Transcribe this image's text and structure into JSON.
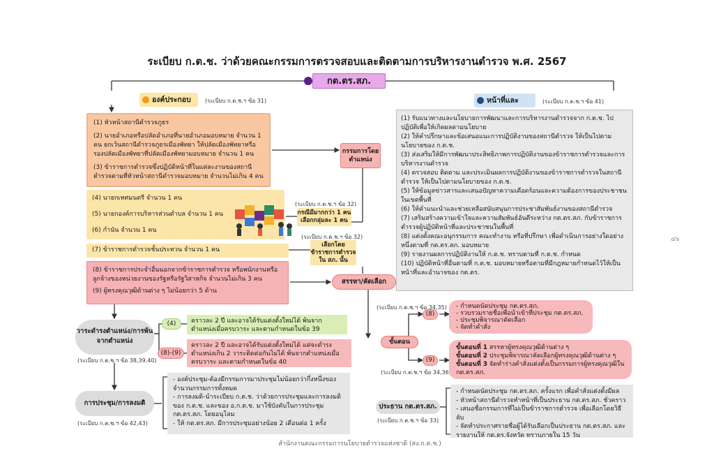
{
  "title": "ระเบียบ ก.ต.ช. ว่าด้วยคณะกรรมการตรวจสอบและติดตามการบริหารงานตำรวจ พ.ศ. 2567",
  "central": "กต.ตร.สภ.",
  "composition": {
    "header": "องค์ประกอบ",
    "ref": "(ระเบียบ ก.ต.ช.ฯ ข้อ 31)",
    "group1": [
      "(1) หัวหน้าสถานีตำรวจภูธร",
      "(2) นายอำเภอหรือปลัดอำเภอที่นายอำเภอมอบหมาย จำนวน 1 คน ยกเว้นสถานีตำรวจภูธรเมืองพัทยา ให้ปลัดเมืองพัทยาหรือรองปลัดเมืองพัทยาที่ปลัดเมืองพัทยามอบหมาย จำนวน 1 คน",
      "(3) ข้าราชการตำรวจซึ่งปฏิบัติหน้าที่ในแต่ละงานของสถานีตำรวจตามที่หัวหน้าสถานีตำรวจมอบหมาย จำนวนไม่เกิน 4 คน"
    ],
    "group2": [
      "(4) นายกเทศมนตรี จำนวน 1 คน",
      "(5) นายกองค์การบริหารส่วนตำบล จำนวน 1 คน",
      "(6) กำนัน จำนวน 1 คน"
    ],
    "group3": "(7) ข้าราชการตำรวจชั้นประทวน จำนวน 1 คน",
    "group4": [
      "(8) ข้าราชการประจำอื่นนอกจากข้าราชการตำรวจ หรือพนักงานหรือลูกจ้างของหน่วยงานของรัฐหรือรัฐวิสาหกิจ จำนวนไม่เกิน 3 คน",
      "(9) ผู้ทรงคุณวุฒิด้านต่าง ๆ ไม่น้อยกว่า 5 ด้าน"
    ],
    "ex_officio": "กรรมการโดยตำแหน่ง",
    "ref32a": "(ระเบียบ ก.ต.ช.ฯ ข้อ 32)",
    "tag_more_than_one": "กรณีมีมากกว่า 1 คน เลือกกลุ่มละ 1 คน",
    "ref32b": "(ระเบียบ ก.ต.ช.ฯ ข้อ 32)",
    "tag_selected_by": "เลือกโดยข้าราชการตำรวจใน สภ. นั้น",
    "recruit_select": "สรรหา/คัดเลือก"
  },
  "duties": {
    "header": "หน้าที่และอำนาจ",
    "ref": "(ระเบียบ ก.ต.ช.ฯ ข้อ 41)",
    "items": [
      "(1) รับแนวทางและนโยบายการพัฒนาและการบริหารงานตำรวจจาก ก.ต.ช. ไปปฏิบัติเพื่อให้เกิดผลตามนโยบาย",
      "(2) ให้คำปรึกษาและข้อเสนอแนะการปฏิบัติงานของสถานีตำรวจ ให้เป็นไปตามนโยบายของ ก.ต.ช.",
      "(3) ส่งเสริมให้มีการพัฒนาประสิทธิภาพการปฏิบัติงานของข้าราชการตำรวจและการบริหารงานตำรวจ",
      "(4) ตรวจสอบ ติดตาม และประเมินผลการปฏิบัติงานของข้าราชการตำรวจในสถานีตำรวจ ให้เป็นไปตามนโยบายของ ก.ต.ช.",
      "(5) ให้ข้อมูลข่าวสารและเสนอปัญหาความเดือดร้อนและความต้องการของประชาชนในเขตพื้นที่",
      "(6) ให้คำแนะนำและช่วยเหลือสนับสนุนการประชาสัมพันธ์งานของสถานีตำรวจ",
      "(7) เสริมสร้างความเข้าใจและความสัมพันธ์อันดีระหว่าง กต.ตร.สภ. กับข้าราชการตำรวจผู้ปฏิบัติหน้าที่และประชาชนในพื้นที่",
      "(8) แต่งตั้งคณะอนุกรรมการ คณะทำงาน หรือที่ปรึกษา เพื่อดำเนินการอย่างใดอย่างหนึ่งตามที่ กต.ตร.สภ. มอบหมาย",
      "(9) รายงานผลการปฏิบัติงานให้ ก.ต.ช. ทราบตามที่ ก.ต.ช. กำหนด",
      "(10) ปฏิบัติหน้าที่อื่นตามที่ ก.ต.ช. มอบหมายหรือตามที่มีกฎหมายกำหนดไว้ให้เป็นหน้าที่และอำนาจของ กต.ตร."
    ]
  },
  "term": {
    "label": "วาระดำรงตำแหน่ง/การพ้นจากตำแหน่ง",
    "ref": "(ระเบียบ ก.ต.ช.ฯ ข้อ 38,39,40)",
    "pill4": "(4)",
    "note4": "คราวละ 2 ปี และอาจได้รับแต่งตั้งใหม่ได้ พ้นจากตำแหน่งเมื่อครบวาระ และตามกำหนดในข้อ 39",
    "pill89": "(8)-(9)",
    "note89": "คราวละ 2 ปี และอาจได้รับแต่งตั้งใหม่ได้ แต่จะดำรงตำแหน่งเกิน 2 วาระติดต่อกันไม่ได้ พ้นจากตำแหน่งเมื่อครบวาระ และตามกำหนดในข้อ 40"
  },
  "meeting": {
    "label": "การประชุม/การลงมติ",
    "ref": "(ระเบียบ ก.ต.ช.ฯ ข้อ 42,43)",
    "notes": [
      "- องค์ประชุม-ต้องมีกรรมการมาประชุมไม่น้อยกว่ากึ่งหนึ่งของจำนวนกรรมการทั้งหมด",
      "- การลงมติ-นำระเบียบ ก.ต.ช. ว่าด้วยการประชุมและการลงมติของ ก.ต.ช. และของ อ.ก.ต.ช. มาใช้บังคับในการประชุม กต.ตร.สภ. โดยอนุโลม",
      "- ให้ กต.ตร.สภ. มีการประชุมอย่างน้อย 2 เดือนต่อ 1 ครั้ง"
    ]
  },
  "steps": {
    "label": "ขั้นตอน",
    "ref8": "(ระเบียบ ก.ต.ช.ฯ ข้อ 34,35)",
    "pill8": "(8)",
    "list8": [
      "- กำหนดนัดประชุม กต.ตร.สภ.",
      "- รวบรวมรายชื่อเพื่อนำเข้าที่ประชุม กต.ตร.สภ.",
      "- ประชุมพิจารณาคัดเลือก",
      "- จัดทำคำสั่ง"
    ],
    "pill9": "(9)",
    "ref9": "(ระเบียบ ก.ต.ช.ฯ ข้อ 34,36)",
    "step1b": "ขั้นตอนที่ 1",
    "step1": " สรรหาผู้ทรงคุณวุฒิด้านต่าง ๆ",
    "step2b": "ขั้นตอนที่ 2",
    "step2": " ประชุมพิจารณาคัดเลือกผู้ทรงคุณวุฒิด้านต่าง ๆ",
    "step3b": "ขั้นตอนที่ 3",
    "step3": " จัดทำร่างคำสั่งแต่งตั้งเป็นกรรมการผู้ทรงคุณวุฒิใน กต.ตร.สภ."
  },
  "chair": {
    "label": "ประธาน กต.ตร.สภ.",
    "ref": "(ระเบียบ ก.ต.ช.ฯ ข้อ 33)",
    "notes": [
      "- กำหนดนัดประชุม กต.ตร.สภ. ครั้งแรก เพื่อคำสั่งแต่งตั้งมีผล",
      "- หัวหน้าสถานีตำรวจทำหน้าที่เป็นประธาน กต.ตร.สภ. ชั่วคราว",
      "- เสนอชื่อกรรมการที่ไม่เป็นข้าราชการตำรวจ เพื่อเลือกโดยวิธีลับ",
      "- จัดทำประกาศรายชื่อผู้ได้รับเลือกเป็นประธาน กต.ตร.สภ. และรายงานให้ กต.ตร.จังหวัด ทราบภายใน 15 วัน"
    ]
  },
  "footer": "สำนักงานคณะกรรมการนโยบายตำรวจแห่งชาติ (สง.ก.ต.ช.)",
  "page_number": "๔๖",
  "colors": {
    "central": "#e8a9ea",
    "orange": "#f9c8a3",
    "yellow": "#fbe5a9",
    "pink": "#f7b2b5",
    "blue_header": "#cfe3f5",
    "green": "#d9eeb5",
    "grey": "#e9e9e9",
    "line": "#333333"
  }
}
